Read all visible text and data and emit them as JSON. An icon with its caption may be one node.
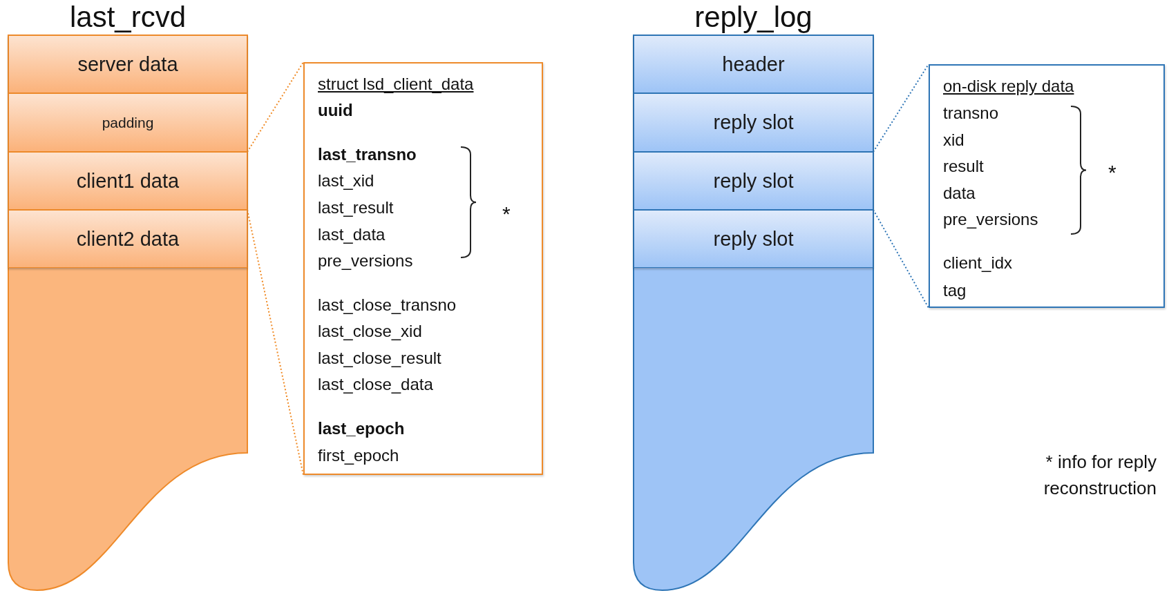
{
  "diagram": {
    "nodes": [
      {
        "text": [
          "last_rcvd"
        ]
      },
      {
        "text": [
          "server data"
        ],
        "in": 0
      },
      {
        "text": [
          "padding"
        ],
        "in": 0
      },
      {
        "text": [
          "client1 data"
        ],
        "in": 0
      },
      {
        "text": [
          "client2 data"
        ],
        "in": 0
      },
      {
        "text": [
          "struct lsd_client_data",
          "uuid",
          "last_transno",
          "last_xid",
          "last_result",
          "last_data",
          "pre_versions",
          "last_close_transno",
          "last_close_xid",
          "last_close_result",
          "last_close_data",
          "last_epoch",
          "first_epoch",
          "*"
        ]
      },
      {
        "text": [
          "reply_log"
        ]
      },
      {
        "text": [
          "header"
        ],
        "in": 6
      },
      {
        "text": [
          "reply slot"
        ],
        "in": 6
      },
      {
        "text": [
          "reply slot"
        ],
        "in": 6
      },
      {
        "text": [
          "reply slot"
        ],
        "in": 6
      },
      {
        "text": [
          "on-disk reply data",
          "transno",
          "xid",
          "result",
          "data",
          "pre_versions",
          "client_idx",
          "tag",
          "*"
        ]
      }
    ],
    "edges": [
      {
        "from": 3,
        "to": 5,
        "arrow": "none",
        "style": "dashed",
        "color": "#f08a24"
      },
      {
        "from": 3,
        "to": 5,
        "arrow": "none",
        "style": "dashed",
        "color": "#f08a24"
      },
      {
        "from": 9,
        "to": 11,
        "arrow": "none",
        "style": "dashed",
        "color": "#2e75b6"
      },
      {
        "from": 9,
        "to": 11,
        "arrow": "none",
        "style": "dashed",
        "color": "#2e75b6"
      }
    ],
    "labels": [
      "* info for reply reconstruction"
    ]
  }
}
